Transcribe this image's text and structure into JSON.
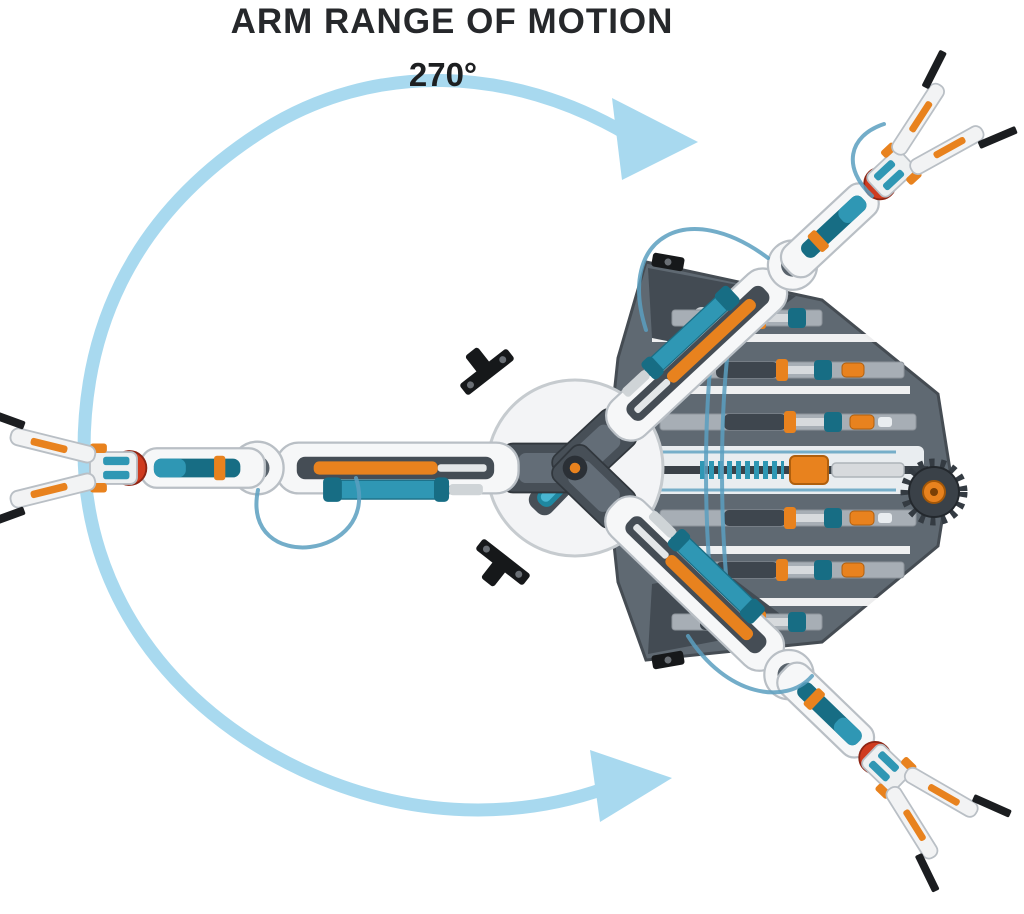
{
  "page": {
    "title": "ARM RANGE OF MOTION",
    "angle_label": "270°"
  },
  "illustration": {
    "subject": "hydraulic robotic arm kit shown at three rotation positions around its base",
    "rotation_degrees": 270,
    "arm_positions": [
      "left",
      "upper-right",
      "lower-right"
    ]
  },
  "colors": {
    "arrow_blue": "#a8d9ef",
    "title_text": "#26282b",
    "plate_gray": "#5f6972",
    "plate_dark": "#434b53",
    "slat_gray": "#a7aeb5",
    "white_part": "#f6f7f8",
    "outline_gray": "#b9bfc5",
    "teal_dark": "#176d84",
    "teal_mid": "#2f97b4",
    "orange": "#e8821e",
    "servo_red": "#cf3b1f",
    "tube_blue": "#5a9fc0",
    "black_part": "#1b1d20"
  }
}
